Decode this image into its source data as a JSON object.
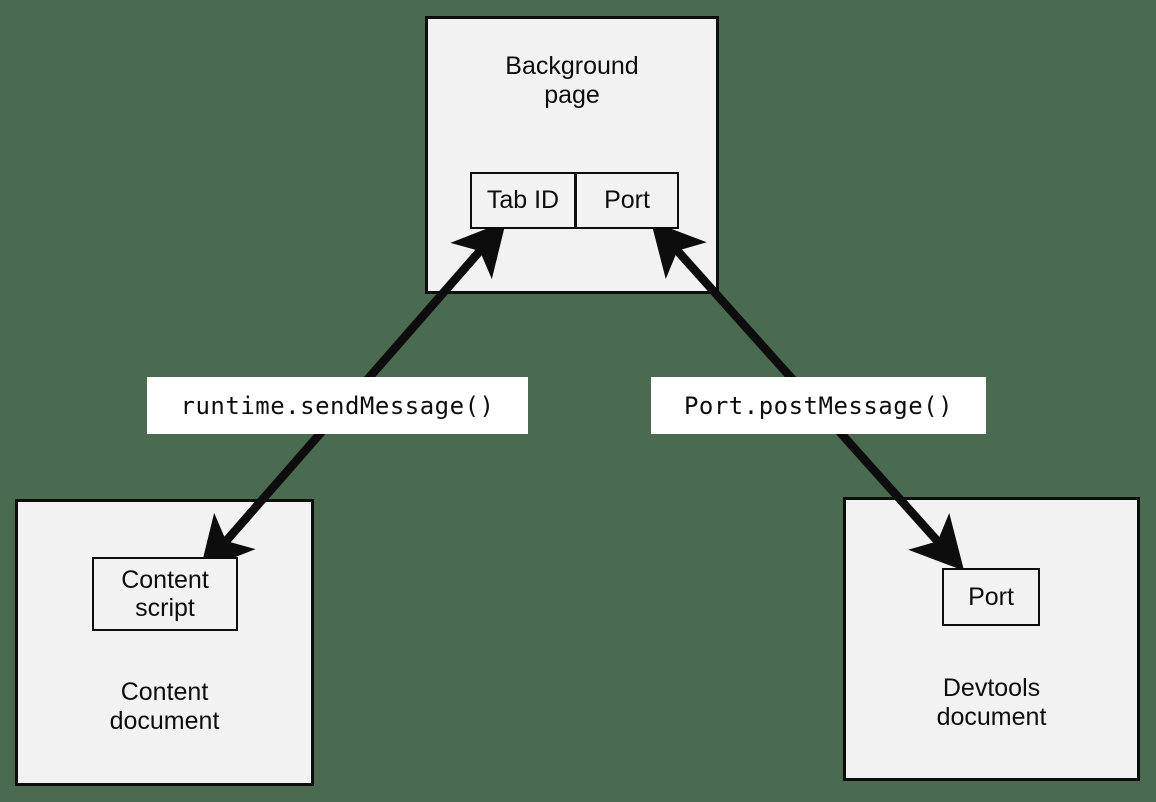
{
  "canvas": {
    "background_color": "#4a6b50",
    "node_fill": "#f2f2f2",
    "stroke_color": "#0d0d0d",
    "label_fill": "#ffffff"
  },
  "nodes": {
    "background_page": {
      "title": "Background\npage",
      "title_line1": "Background",
      "title_line2": "page",
      "table": {
        "columns": [
          "Tab ID",
          "Port"
        ],
        "tab_id_label": "Tab ID",
        "port_label": "Port"
      }
    },
    "content_document": {
      "title_line1": "Content",
      "title_line2": "document",
      "inner": {
        "label_line1": "Content",
        "label_line2": "script"
      }
    },
    "devtools_document": {
      "title_line1": "Devtools",
      "title_line2": "document",
      "inner": {
        "label": "Port"
      }
    }
  },
  "edges": [
    {
      "id": "content-to-background",
      "label": "runtime.sendMessage()",
      "from": "content-script",
      "to": "background-page-tab-id",
      "style": "double-headed-arrow"
    },
    {
      "id": "devtools-to-background",
      "label": "Port.postMessage()",
      "from": "devtools-port",
      "to": "background-page-port",
      "style": "double-headed-arrow"
    }
  ]
}
